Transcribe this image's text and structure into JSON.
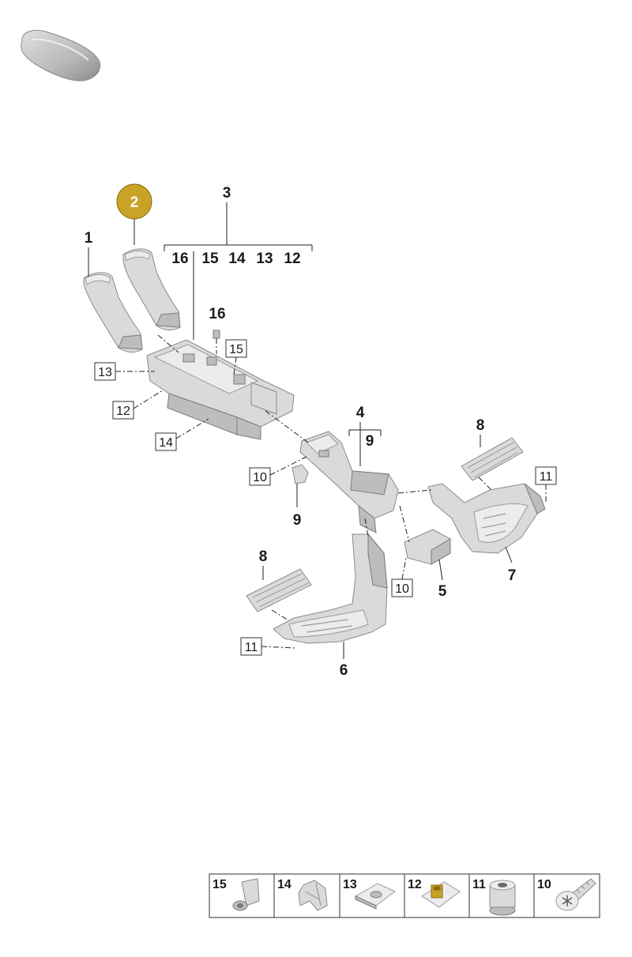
{
  "thumbnail": {
    "icon": "car-body-icon"
  },
  "highlight": {
    "label": "2",
    "color": "#c9a227"
  },
  "callouts": {
    "p1": "1",
    "p3": "3",
    "group3": [
      "16",
      "15",
      "14",
      "13",
      "12"
    ],
    "p16": "16",
    "p15_box": "15",
    "p13_box": "13",
    "p12_box": "12",
    "p14_box": "14",
    "p4": "4",
    "group4": "9",
    "p10_box_a": "10",
    "p9": "9",
    "p8_right": "8",
    "p11_box_right": "11",
    "p7": "7",
    "p10_box_b": "10",
    "p5": "5",
    "p8_left": "8",
    "p11_box_left": "11",
    "p6": "6"
  },
  "legend": [
    {
      "number": "15",
      "icon": "expanding-rivet-icon"
    },
    {
      "number": "14",
      "icon": "spring-clip-icon"
    },
    {
      "number": "13",
      "icon": "flat-clip-nut-icon"
    },
    {
      "number": "12",
      "icon": "speed-nut-icon"
    },
    {
      "number": "11",
      "icon": "plastic-nut-icon"
    },
    {
      "number": "10",
      "icon": "torx-screw-icon"
    }
  ]
}
